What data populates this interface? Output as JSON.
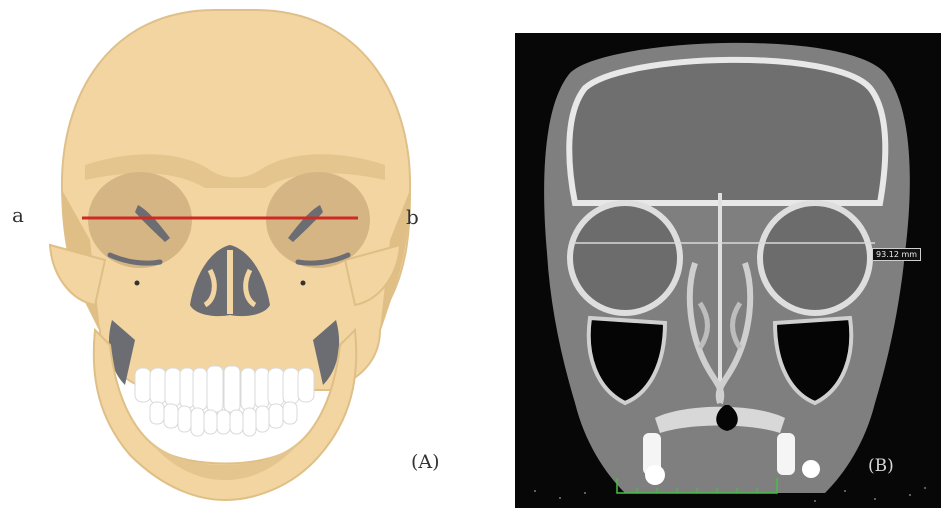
{
  "panel_a": {
    "label_left": "a",
    "label_right": "b",
    "panel_label": "(A)",
    "colors": {
      "bone": "#f2d5a0",
      "bone_shadow": "#d9b97f",
      "dark": "#6b6d72",
      "teeth": "#ffffff",
      "measure_line": "#cc2a22"
    }
  },
  "panel_b": {
    "measurement": "93.12 mm",
    "panel_label": "(B)",
    "colors": {
      "background": "#070707",
      "ruler": "#44c044",
      "measure_line": "#d8d8d8"
    }
  }
}
